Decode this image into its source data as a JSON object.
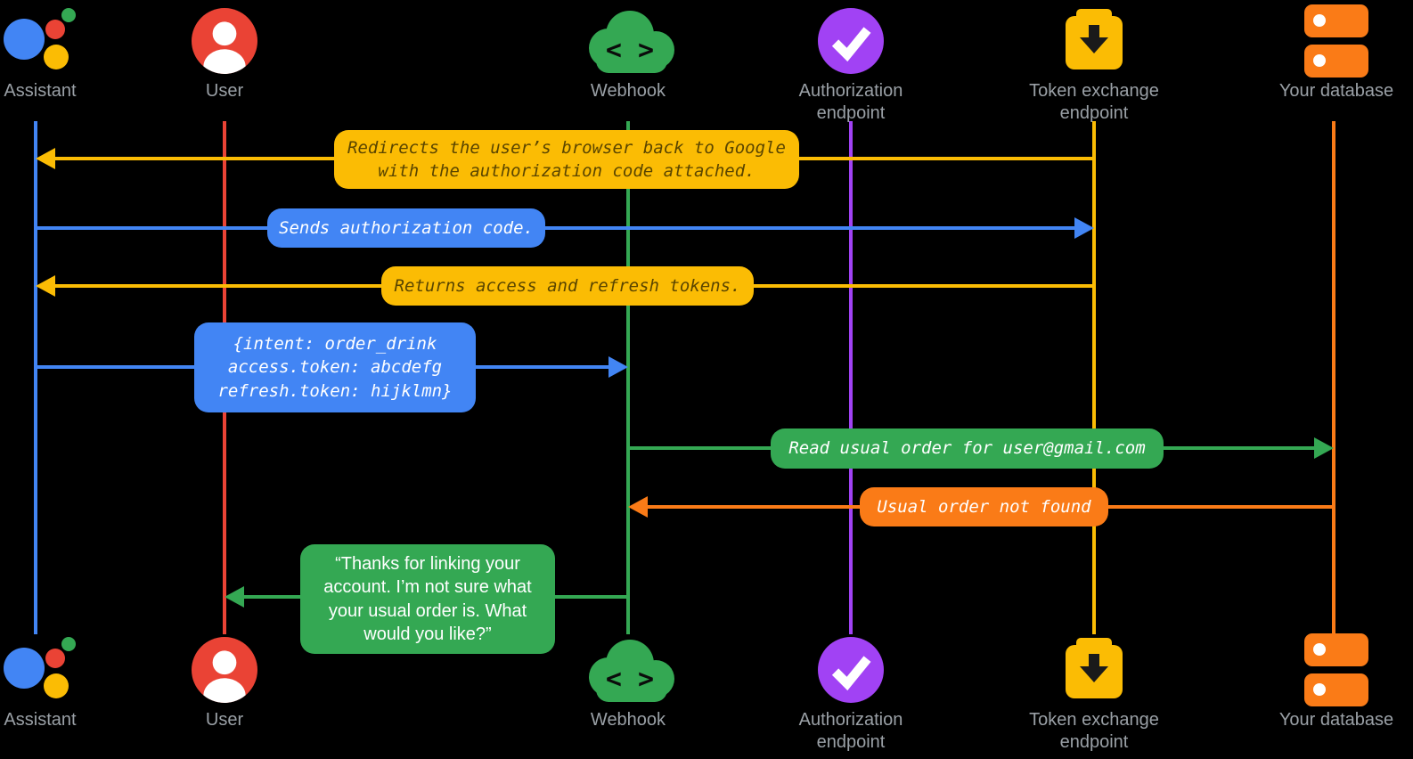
{
  "diagram": {
    "type": "sequence-diagram",
    "background": "#000000"
  },
  "colors": {
    "blue": "#4285F4",
    "red": "#EA4335",
    "yellow": "#FBBC04",
    "green": "#34A853",
    "purple": "#A142F4",
    "orange": "#FA7B17",
    "label-gray": "#9AA0A6",
    "yellow-text": "#5A4500",
    "background": "#000000"
  },
  "actors": {
    "assistant": {
      "label": "Assistant",
      "icon": "google-assistant-icon"
    },
    "user": {
      "label": "User",
      "icon": "person-circle-icon"
    },
    "webhook": {
      "label": "Webhook",
      "icon": "cloud-code-icon",
      "glyph": "< >"
    },
    "auth": {
      "line1": "Authorization",
      "line2": "endpoint",
      "icon": "checkmark-circle-icon"
    },
    "token": {
      "line1": "Token exchange",
      "line2": "endpoint",
      "icon": "inbox-download-icon"
    },
    "database": {
      "label": "Your database",
      "icon": "database-icon"
    }
  },
  "messages": {
    "redirect": {
      "from": "Token exchange endpoint",
      "to": "Assistant",
      "line1": "Redirects the user’s browser back to Google",
      "line2": "with the authorization code attached."
    },
    "sends": {
      "from": "Assistant",
      "to": "Token exchange endpoint",
      "line1": "Sends authorization code."
    },
    "returns": {
      "from": "Token exchange endpoint",
      "to": "Assistant",
      "line1": "Returns access and refresh tokens."
    },
    "intent": {
      "from": "Assistant",
      "to": "Webhook",
      "line1": "{intent: order_drink",
      "line2": "access.token: abcdefg",
      "line3": "refresh.token: hijklmn}"
    },
    "read": {
      "from": "Webhook",
      "to": "Your database",
      "line1": "Read usual order for user@gmail.com"
    },
    "notfound": {
      "from": "Your database",
      "to": "Webhook",
      "line1": "Usual order not found"
    },
    "thanks": {
      "from": "Webhook",
      "to": "User",
      "line1": "“Thanks for linking your",
      "line2": "account. I’m not sure what",
      "line3": "your usual order is. What",
      "line4": "would you like?”"
    }
  }
}
